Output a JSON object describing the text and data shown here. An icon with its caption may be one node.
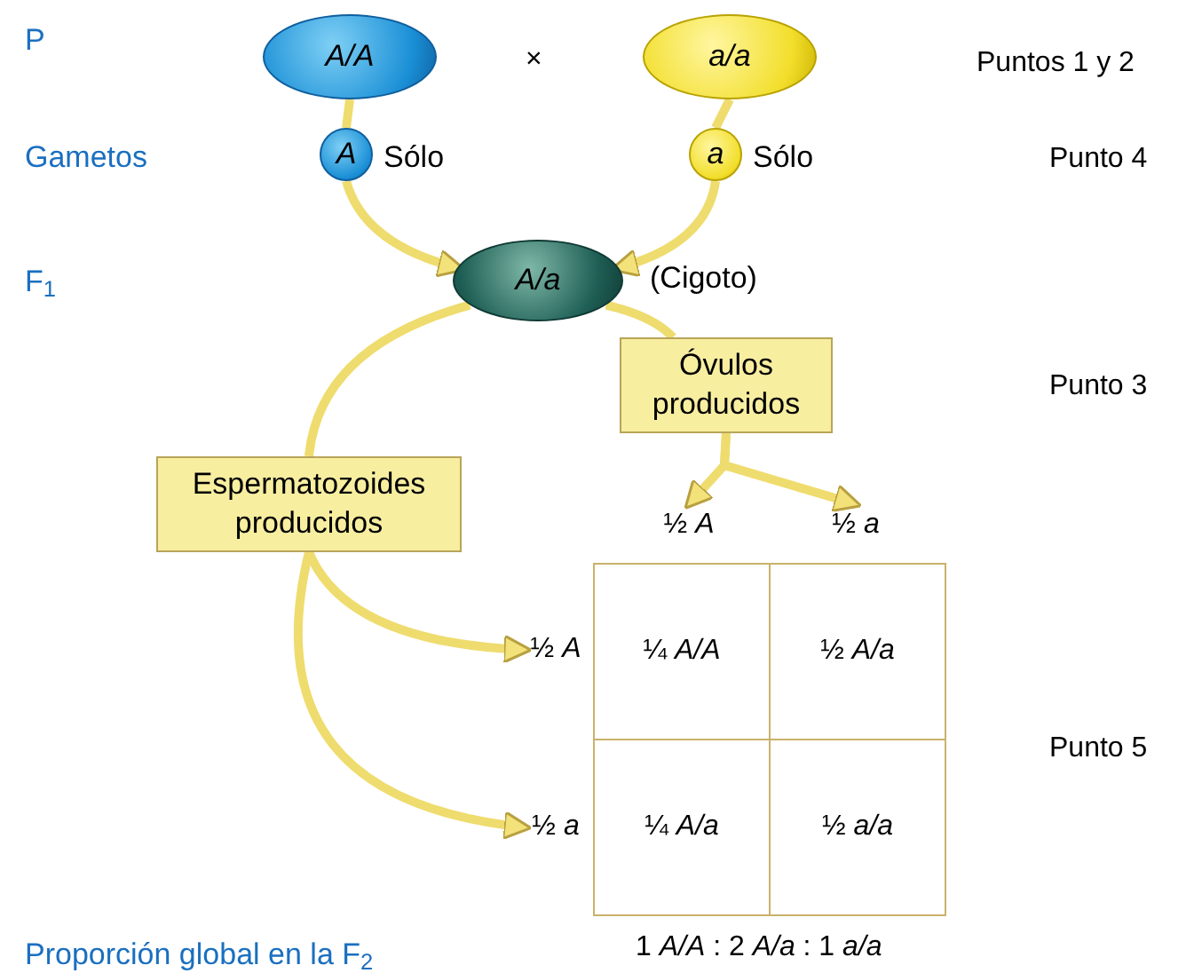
{
  "diagram": {
    "nodes": [
      {
        "text": [
          "*A/A*"
        ]
      },
      {
        "text": [
          "*a/a*"
        ]
      },
      {
        "text": [
          "*A*"
        ],
        "beside": [
          "Sólo"
        ]
      },
      {
        "text": [
          "*a*"
        ],
        "beside": [
          "Sólo"
        ]
      },
      {
        "text": [
          "*A/a*"
        ],
        "beside": [
          "(Cigoto)"
        ]
      },
      {
        "text": [
          "Óvulos producidos"
        ]
      },
      {
        "text": [
          "Espermatozoides producidos"
        ]
      },
      {
        "text": [
          "½ *A*"
        ]
      },
      {
        "text": [
          "½ *a*"
        ]
      },
      {
        "text": [
          "½ *A*"
        ]
      },
      {
        "text": [
          "½ *a*"
        ]
      }
    ],
    "edges": [
      {
        "from": 0,
        "to": 2,
        "arrow": "none"
      },
      {
        "from": 1,
        "to": 3,
        "arrow": "none"
      },
      {
        "from": 2,
        "to": 4,
        "arrow": "to"
      },
      {
        "from": 3,
        "to": 4,
        "arrow": "to"
      },
      {
        "from": 4,
        "to": 5,
        "arrow": "none"
      },
      {
        "from": 4,
        "to": 6,
        "arrow": "none"
      },
      {
        "from": 5,
        "to": 7,
        "arrow": "to"
      },
      {
        "from": 5,
        "to": 8,
        "arrow": "to"
      },
      {
        "from": 6,
        "to": 9,
        "arrow": "to"
      },
      {
        "from": 6,
        "to": 10,
        "arrow": "to"
      }
    ],
    "labels": [
      "P",
      "×",
      "Puntos 1 y 2",
      "Gametos",
      "Punto 4",
      "F$_{1}$",
      "Punto 3",
      "¼ *A/A*",
      "½ *A/a*",
      "Punto 5",
      "¼ *A/a*",
      "½ *a/a*",
      "Proporción global en la F$_{2}$",
      "1 *A/A* : 2 *A/a* : 1 *a/a*"
    ]
  }
}
